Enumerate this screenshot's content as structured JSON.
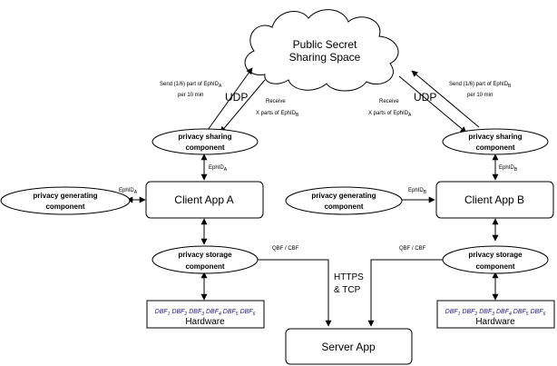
{
  "cloud": {
    "line1": "Public Secret",
    "line2": "Sharing Space"
  },
  "left": {
    "send_line1": "Send (1/6) part of EphID",
    "send_sub": "A",
    "send_line2": "per 10 min",
    "udp": "UDP",
    "receive_line1": "Receive",
    "receive_line2": "X parts of EphID",
    "receive_sub": "B",
    "sharing_line1": "privacy sharing",
    "sharing_line2": "component",
    "ephid_label": "EphID",
    "ephid_sub": "A",
    "gen_ephid_label": "EphID",
    "gen_ephid_sub": "A",
    "generating_line1": "privacy generating",
    "generating_line2": "component",
    "client": "Client App A",
    "storage_line1": "privacy storage",
    "storage_line2": "component",
    "qbf_label": "QBF / CBF",
    "hardware": "Hardware",
    "dbf": [
      "DBF",
      "DBF",
      "DBF",
      "DBF",
      "DBF",
      "DBF"
    ],
    "dbf_subs": [
      "1",
      "2",
      "3",
      "4",
      "5",
      "6"
    ]
  },
  "right": {
    "send_line1": "Send (1/6) part of EphID",
    "send_sub": "B",
    "send_line2": "per 10 min",
    "udp": "UDP",
    "receive_line1": "Receive",
    "receive_line2": "X parts of EphID",
    "receive_sub": "A",
    "sharing_line1": "privacy sharing",
    "sharing_line2": "component",
    "ephid_label": "EphID",
    "ephid_sub": "B",
    "gen_ephid_label": "EphID",
    "gen_ephid_sub": "B",
    "generating_line1": "privacy generating",
    "generating_line2": "component",
    "client": "Client App B",
    "storage_line1": "privacy storage",
    "storage_line2": "component",
    "qbf_label": "QBF / CBF",
    "hardware": "Hardware",
    "dbf": [
      "DBF",
      "DBF",
      "DBF",
      "DBF",
      "DBF",
      "DBF"
    ],
    "dbf_subs": [
      "1",
      "2",
      "3",
      "4",
      "5",
      "6"
    ]
  },
  "server": {
    "label": "Server App",
    "proto_line1": "HTTPS",
    "proto_line2": "& TCP"
  }
}
